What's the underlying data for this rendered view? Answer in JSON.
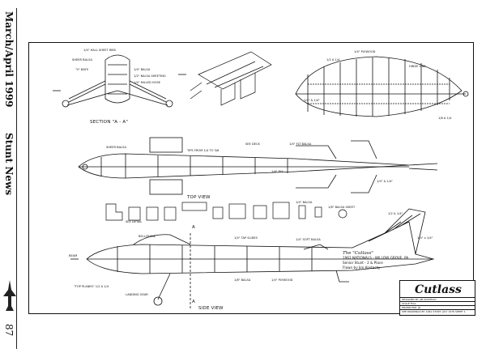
{
  "spine": {
    "issue": "March/April 1999",
    "magazine": "Stunt News",
    "page_number": "87"
  },
  "drawing": {
    "section_label": "SECTION \"A - A\"",
    "top_view_label": "TOP VIEW",
    "side_view_label": "SIDE VIEW",
    "cut_marks": [
      "A",
      "A"
    ],
    "info": {
      "name": "The \"Cutlass\"",
      "line1": "1961 NATIONALS - WILLOW GROVE, PA",
      "line2": "Senior Stunt - 2 & Place",
      "line3": "Flown by Jim Kostecky"
    },
    "title_block": {
      "title": "Cutlass",
      "rows": [
        "DESIGNED BY:  JIM KOSTECKY",
        "SCALE  FULL",
        "DRAWN  PKR, JR",
        "SHE DRAWINGS BY:  1961 STUNT,  JULY 1976          SHEET 1"
      ]
    },
    "callouts": [
      "1/4\" HALL SHEET RIBS",
      "SHEER BALSA",
      "\"V\" BAYS",
      "1/4\" BALSA",
      "1/2\" BALSA SHEETING",
      "1/4\" MILLED HOSE",
      "1/2 A 1/4",
      "1/4\" PLYWOOD",
      "1/8 A 1/4",
      "HINGE LINE",
      "SHEER BALSA",
      "SEE DECK",
      "1/4\" FLT BALSA",
      "1/4\" BALSA",
      "1/8\" BALSA SHEET",
      "\"TOP PLANES\" 1/2 A 1/4",
      "LANDING GEAR",
      "1/4\" SOFT BALSA",
      "1/4\" TAP SLIDES",
      "1/8\" BALSA",
      "1/4\" PLYWOOD",
      "1/4\" PLY",
      "BELLCRANK",
      "TIPS FROM 1/4 TO 3/8",
      "1/4\" & 1/4\"",
      "1/2 & 1/4\"",
      "SEE DETAIL",
      "1/4\" x 1/4\"",
      "1/4\" & 1/4\"",
      "BEAM"
    ]
  }
}
